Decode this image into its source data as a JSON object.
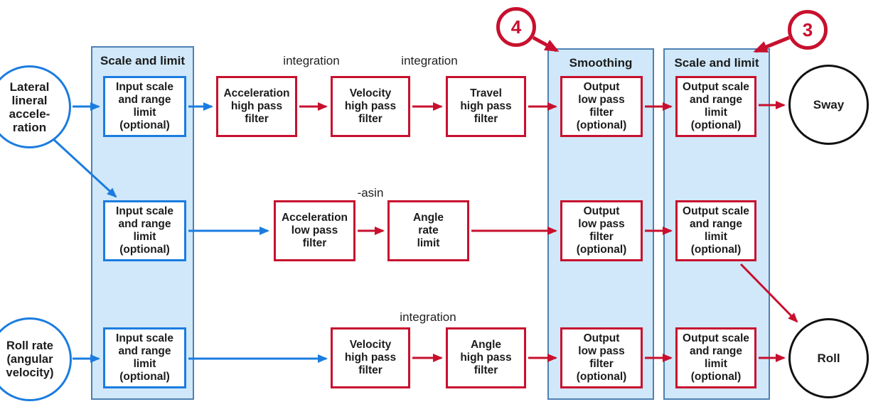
{
  "colors": {
    "accent_red": "#c8102e",
    "accent_blue": "#1b7ce0",
    "panel_fill": "#d0e8fa",
    "panel_border": "#4e80b4",
    "node_border": "#111111"
  },
  "panels": [
    {
      "title": "Scale and limit"
    },
    {
      "title": "Smoothing"
    },
    {
      "title": "Scale and limit"
    }
  ],
  "badges": [
    {
      "value": "4"
    },
    {
      "value": "3"
    }
  ],
  "flow_rows": [
    {
      "source": "Lateral\nlineral\naccele-\nration",
      "input_scale": "Input scale\nand range\nlimit\n(optional)",
      "stage1": "Acceleration\nhigh pass\nfilter",
      "stage2": "Velocity\nhigh pass\nfilter",
      "stage3": "Travel\nhigh pass\nfilter",
      "smoothing": "Output\nlow pass\nfilter\n(optional)",
      "output_scale": "Output scale\nand range\nlimit\n(optional)",
      "output": "Sway",
      "label1": "integration",
      "label2": "integration"
    },
    {
      "input_scale": "Input scale\nand range\nlimit\n(optional)",
      "stage1": "Acceleration\nlow pass\nfilter",
      "stage2": "Angle\nrate\nlimit",
      "smoothing": "Output\nlow pass\nfilter\n(optional)",
      "output_scale": "Output scale\nand range\nlimit\n(optional)",
      "label1": "-asin"
    },
    {
      "source": "Roll rate\n(angular\nvelocity)",
      "input_scale": "Input scale\nand range\nlimit\n(optional)",
      "stage2": "Velocity\nhigh pass\nfilter",
      "stage3": "Angle\nhigh pass\nfilter",
      "smoothing": "Output\nlow pass\nfilter\n(optional)",
      "output_scale": "Output scale\nand range\nlimit\n(optional)",
      "output": "Roll",
      "label2": "integration"
    }
  ]
}
